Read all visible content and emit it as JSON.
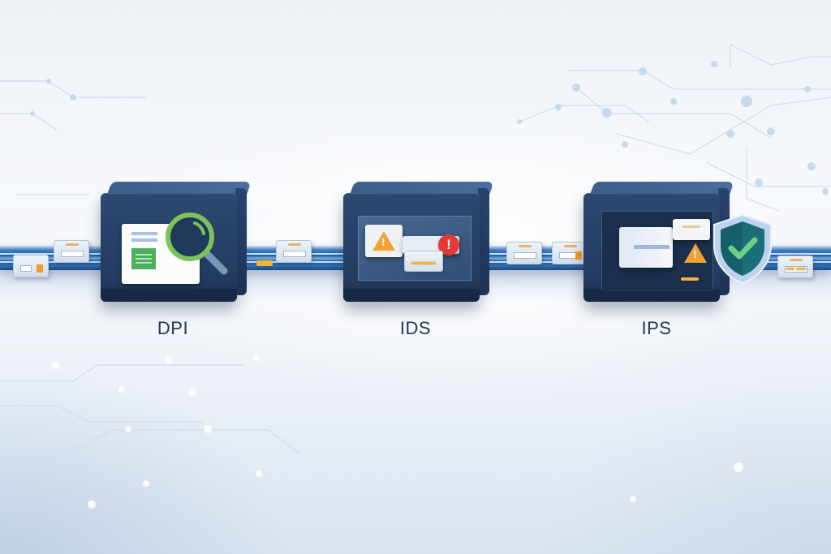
{
  "diagram": {
    "theme": "network-traffic-inspection-pipeline",
    "colors": {
      "device_body": "#223b5f",
      "pipeline": "#1e5fa3",
      "label_text": "#203656",
      "magnifier_green": "#7cc35a",
      "warning_orange": "#f2a230",
      "alert_red": "#e53935",
      "shield_teal": "#15606a",
      "check_green": "#6fcf87"
    },
    "devices": [
      {
        "id": "dpi",
        "label": "DPI",
        "icons": [
          "document-icon",
          "magnifier-icon"
        ],
        "meaning": "inspecting packet contents"
      },
      {
        "id": "ids",
        "label": "IDS",
        "icons": [
          "warning-triangle-icon",
          "alert-circle-icon",
          "packet-icon"
        ],
        "meaning": "detecting and alerting"
      },
      {
        "id": "ips",
        "label": "IPS",
        "icons": [
          "packet-icon",
          "warning-triangle-icon",
          "shield-check-icon"
        ],
        "meaning": "blocking and protecting"
      }
    ],
    "flow_direction": "left-to-right",
    "packet_count": 7
  }
}
